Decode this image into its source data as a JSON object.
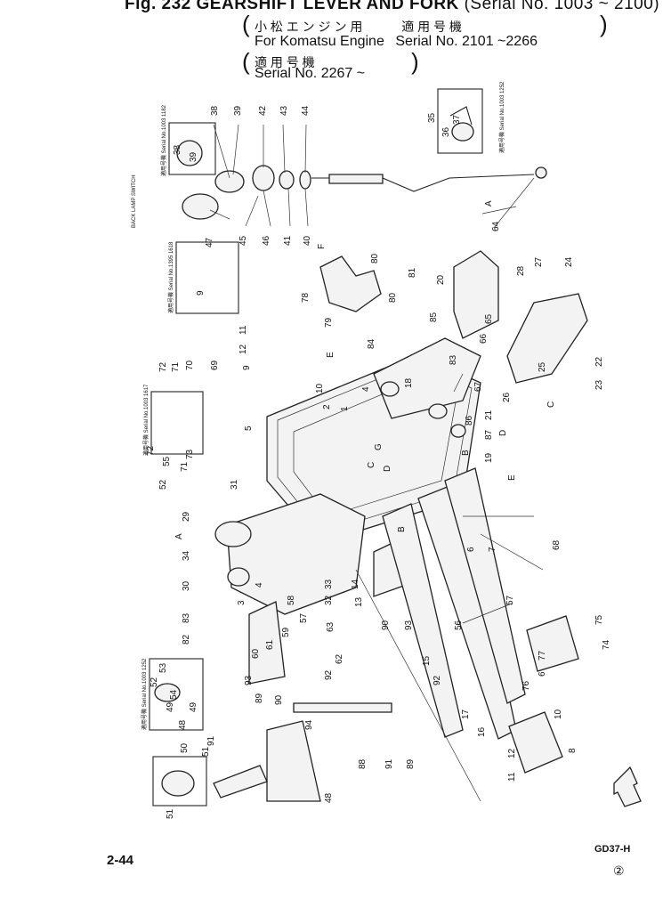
{
  "header": {
    "title": "Fig. 232 GEARSHIFT LEVER AND FORK",
    "title_serial": "(Serial No. 1003 ~ 2100)",
    "jp_engine": "小 松 エ ン ジ ン 用",
    "jp_applicable_1": "適 用 号 機",
    "for_engine": "For Komatsu Engine",
    "serial_2": "Serial No. 2101 ~2266",
    "jp_applicable_2": "適 用 号 機",
    "serial_3": "Serial No. 2267 ~"
  },
  "insets": {
    "inset_1": "適用号機 Serial No.1003 1182",
    "inset_2": "BACK LAMP SWITCH",
    "inset_3": "適用号機 Serial No.1395 1618",
    "inset_4": "適用号機 Serial No.1003 1617",
    "inset_5": "適用号機 Serial No.1003 1252",
    "inset_6": "適用号機 Serial No.1003 1252"
  },
  "part_numbers": [
    "1",
    "2",
    "3",
    "4",
    "5",
    "6",
    "7",
    "8",
    "9",
    "10",
    "11",
    "12",
    "13",
    "14",
    "15",
    "16",
    "17",
    "18",
    "19",
    "20",
    "21",
    "22",
    "23",
    "24",
    "25",
    "26",
    "27",
    "28",
    "29",
    "30",
    "31",
    "32",
    "33",
    "34",
    "35",
    "36",
    "37",
    "38",
    "39",
    "40",
    "41",
    "42",
    "43",
    "44",
    "45",
    "46",
    "47",
    "48",
    "49",
    "50",
    "51",
    "52",
    "53",
    "54",
    "55",
    "56",
    "57",
    "58",
    "59",
    "60",
    "61",
    "62",
    "63",
    "64",
    "65",
    "66",
    "67",
    "68",
    "69",
    "70",
    "71",
    "72",
    "73",
    "74",
    "75",
    "76",
    "77",
    "78",
    "79",
    "80",
    "81",
    "82",
    "83",
    "84",
    "85",
    "86",
    "87",
    "88",
    "89",
    "90",
    "91",
    "92",
    "93",
    "94"
  ],
  "ref_letters": [
    "A",
    "B",
    "C",
    "D",
    "E",
    "F",
    "G"
  ],
  "footer": {
    "page": "2-44",
    "code": "GD37-H",
    "revision": "②"
  },
  "icons": {
    "front_arrow": "front-arrow-icon"
  }
}
